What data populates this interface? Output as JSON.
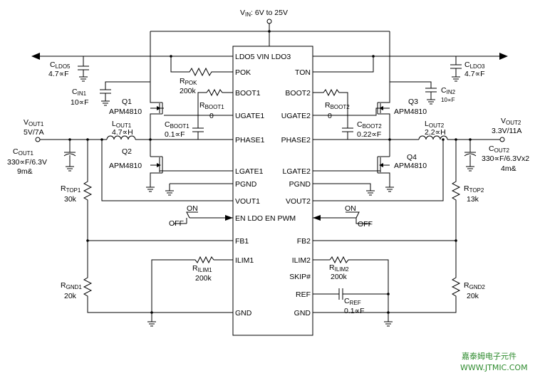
{
  "supply": {
    "vin_label": "V",
    "vin_sub": "IN",
    "vin_range": ": 6V to 25V"
  },
  "ic": {
    "left_pins": [
      "LDO5 VIN LDO3",
      "POK",
      "BOOT1",
      "UGATE1",
      "PHASE1",
      "LGATE1",
      "PGND",
      "VOUT1",
      "EN LDO EN PWM",
      "FB1",
      "ILIM1",
      "GND"
    ],
    "right_pins": [
      "TON",
      "BOOT2",
      "UGATE2",
      "PHASE2",
      "LGATE2",
      "PGND",
      "VOUT2",
      "FB2",
      "ILIM2",
      "SKIP#",
      "REF",
      "GND"
    ]
  },
  "components": {
    "cldo5": {
      "name": "C",
      "sub": "LDO5",
      "value": "4.7∝F"
    },
    "cldo3": {
      "name": "C",
      "sub": "LDO3",
      "value": "4.7∝F"
    },
    "cin1": {
      "name": "C",
      "sub": "IN1",
      "value": "10∝F"
    },
    "cin2": {
      "name": "C",
      "sub": "IN2",
      "value": "10∝F"
    },
    "rpok": {
      "name": "R",
      "sub": "POK",
      "value": "200k"
    },
    "rboot1": {
      "name": "R",
      "sub": "BOOT1",
      "value": "0"
    },
    "rboot2": {
      "name": "R",
      "sub": "BOOT2",
      "value": "0"
    },
    "cboot1": {
      "name": "C",
      "sub": "BOOT1",
      "value": "0.1∝F"
    },
    "cboot2": {
      "name": "C",
      "sub": "BOOT2",
      "value": "0.22∝F"
    },
    "q1": {
      "name": "Q1",
      "part": "APM4810"
    },
    "q2": {
      "name": "Q2",
      "part": "APM4810"
    },
    "q3": {
      "name": "Q3",
      "part": "APM4810"
    },
    "q4": {
      "name": "Q4",
      "part": "APM4810"
    },
    "lout1": {
      "name": "L",
      "sub": "OUT1",
      "value": "4.7∝H"
    },
    "lout2": {
      "name": "L",
      "sub": "OUT2",
      "value": "2.2∝H"
    },
    "vout1": {
      "name": "V",
      "sub": "OUT1",
      "value": "5V/7A"
    },
    "vout2": {
      "name": "V",
      "sub": "OUT2",
      "value": "3.3V/11A"
    },
    "cout1": {
      "name": "C",
      "sub": "OUT1",
      "value": "330∝F/6.3V",
      "esr": "9m&"
    },
    "cout2": {
      "name": "C",
      "sub": "OUT2",
      "value": "330∝F/6.3Vx2",
      "esr": "4m&"
    },
    "rtop1": {
      "name": "R",
      "sub": "TOP1",
      "value": "30k"
    },
    "rtop2": {
      "name": "R",
      "sub": "TOP2",
      "value": "13k"
    },
    "rgnd1": {
      "name": "R",
      "sub": "GND1",
      "value": "20k"
    },
    "rgnd2": {
      "name": "R",
      "sub": "GND2",
      "value": "20k"
    },
    "rilim1": {
      "name": "R",
      "sub": "ILIM1",
      "value": "200k"
    },
    "rilim2": {
      "name": "R",
      "sub": "ILIM2",
      "value": "200k"
    },
    "cref": {
      "name": "C",
      "sub": "REF",
      "value": "0.1∝F"
    }
  },
  "switches": {
    "on": "ON",
    "off": "OFF"
  },
  "watermark": {
    "cn": "嘉泰姆电子元件",
    "url": "WWW.JTMIC.COM"
  }
}
